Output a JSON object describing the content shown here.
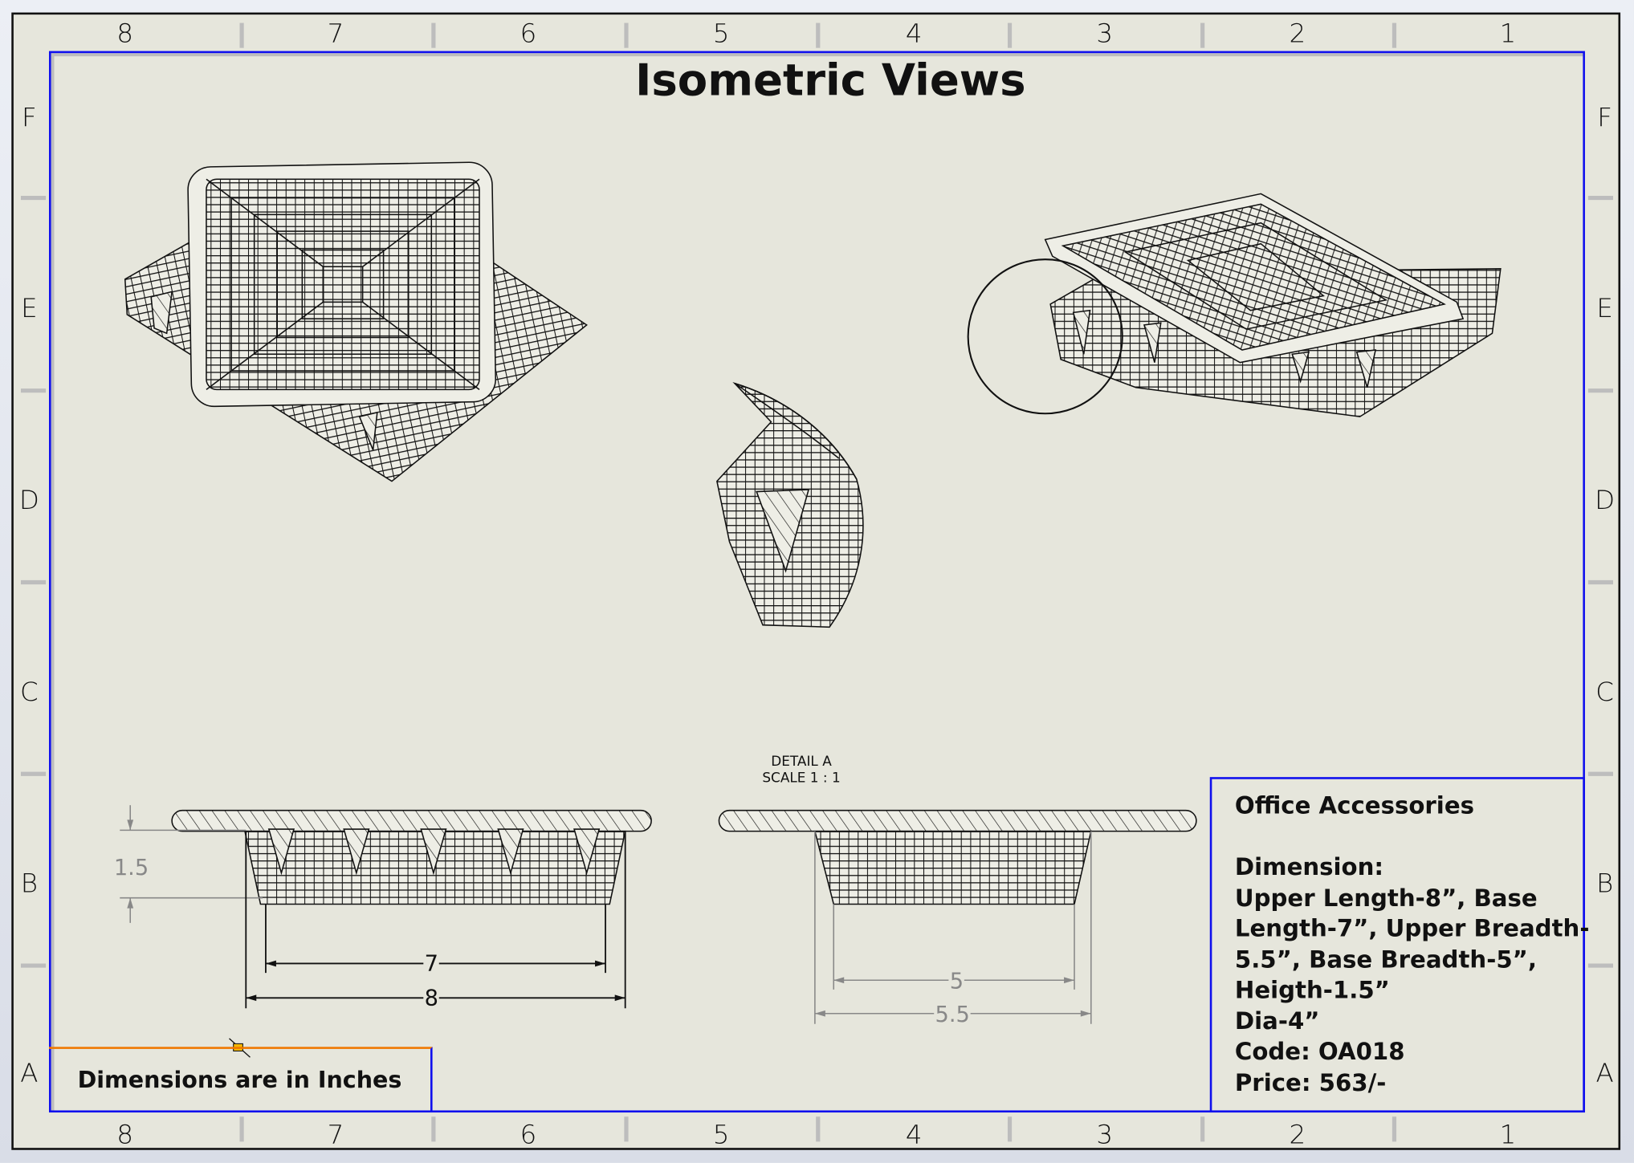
{
  "title": "Isometric Views",
  "columns_top": [
    "8",
    "7",
    "6",
    "5",
    "4",
    "3",
    "2",
    "1"
  ],
  "columns_bottom": [
    "8",
    "7",
    "6",
    "5",
    "4",
    "3",
    "2",
    "1"
  ],
  "rows_left": [
    "F",
    "E",
    "D",
    "C",
    "B",
    "A"
  ],
  "rows_right": [
    "F",
    "E",
    "D",
    "C",
    "B",
    "A"
  ],
  "detail": {
    "label": "DETAIL A",
    "scale": "SCALE 1 : 1"
  },
  "dimensions": {
    "height": "1.5",
    "base_length": "7",
    "upper_length": "8",
    "base_breadth": "5",
    "upper_breadth": "5.5"
  },
  "note": "Dimensions are in Inches",
  "title_block": {
    "product": "Office Accessories",
    "lines": [
      "Dimension:",
      "Upper Length-8”, Base",
      "Length-7”, Upper Breadth-",
      "5.5”, Base Breadth-5”,",
      "Heigth-1.5”",
      "Dia-4”",
      "Code: OA018",
      "Price: 563/-"
    ]
  },
  "colors": {
    "sheet": "#e6e6dc",
    "border_blue": "#1010ee",
    "note_orange": "#f07800"
  }
}
